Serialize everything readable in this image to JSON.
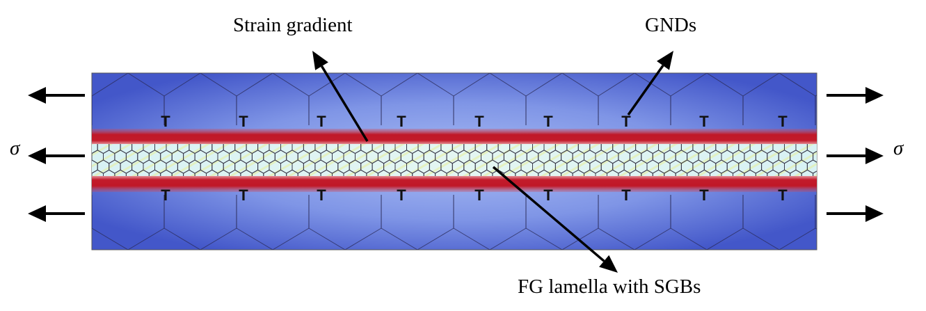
{
  "labels": {
    "strain_gradient": "Strain gradient",
    "gnds": "GNDs",
    "fg_lamella": "FG lamella with SGBs",
    "sigma": "σ"
  },
  "dislocation_symbol": "T",
  "colors": {
    "coarse_grain_dark": "#3f55c8",
    "coarse_grain_light": "#9aaef0",
    "gradient_band": "#c41a2a",
    "lamella_fill": "#d6f2f4",
    "grain_boundary": "#2a2a55",
    "arrow": "#000000"
  },
  "icons": [
    "tensile-load-arrow-icon",
    "dislocation-t-icon",
    "callout-arrow-icon"
  ]
}
